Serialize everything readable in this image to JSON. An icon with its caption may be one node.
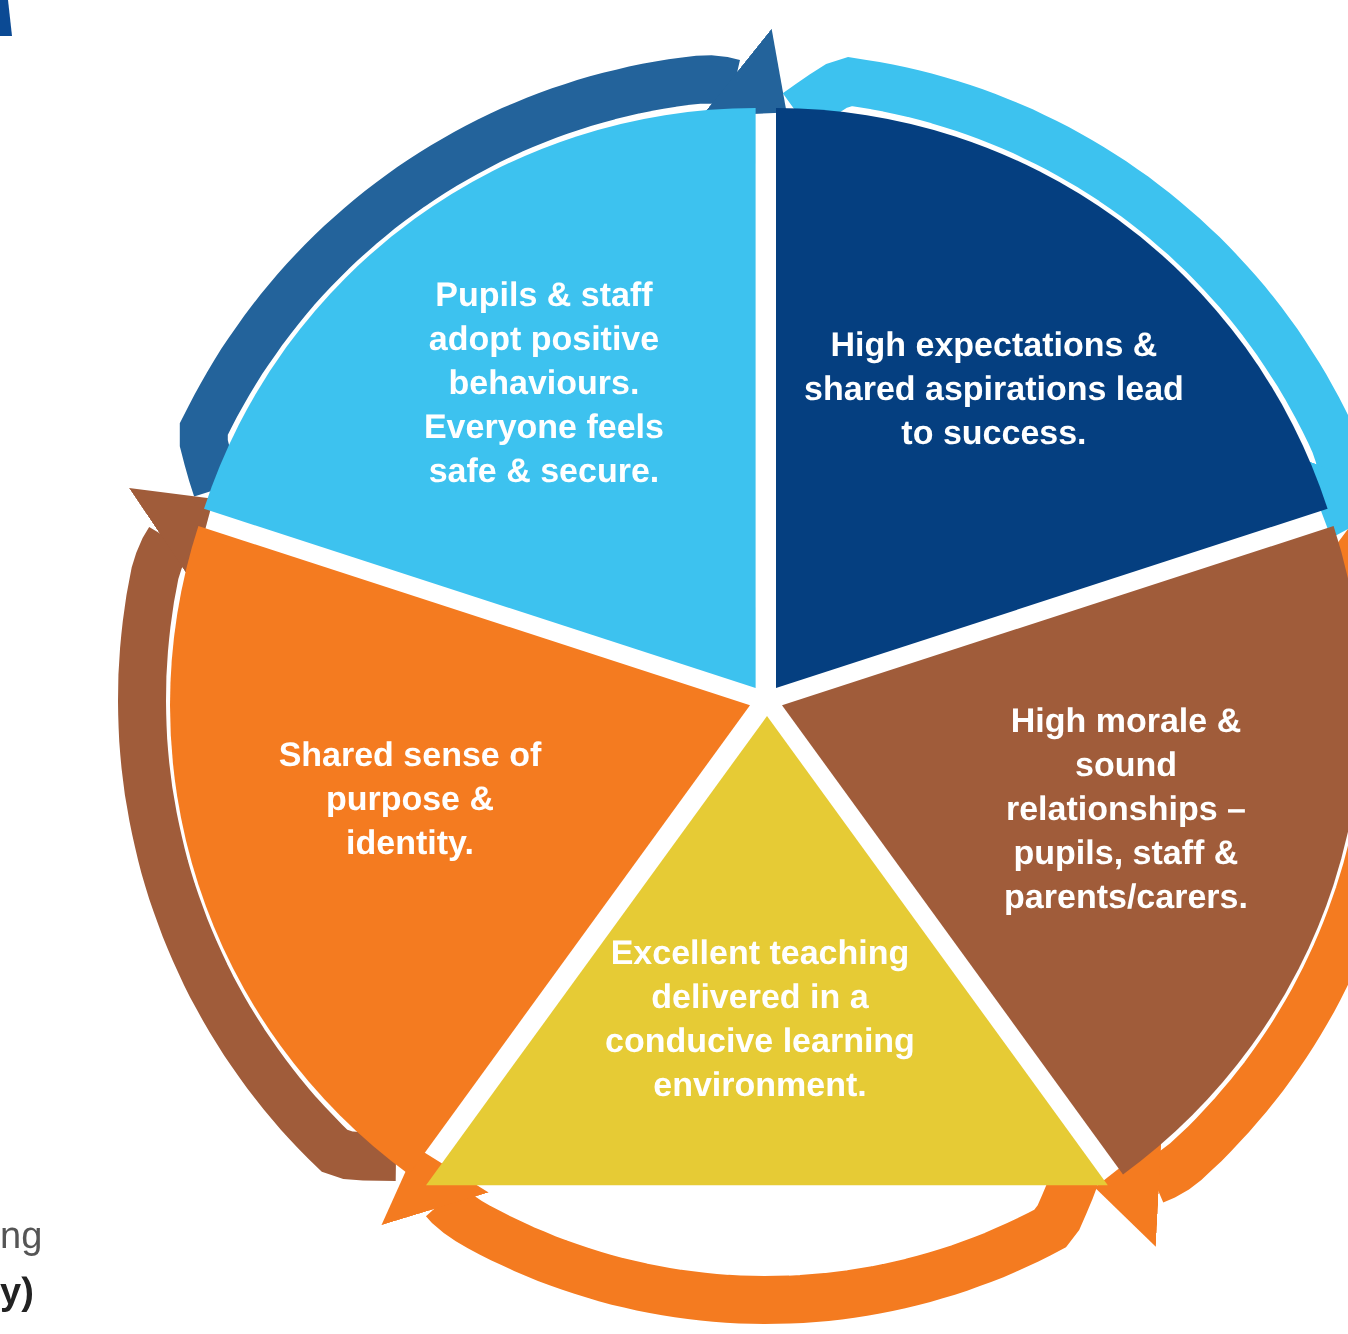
{
  "diagram": {
    "nodes": [
      {
        "text": [
          "Pupils & staff adopt positive behaviours. Everyone feels safe & secure."
        ]
      },
      {
        "text": [
          "High expectations & shared aspirations lead to success."
        ]
      },
      {
        "text": [
          "High morale & sound relationships – pupils, staff & parents/carers."
        ]
      },
      {
        "text": [
          "Excellent teaching delivered in a conducive learning environment."
        ]
      },
      {
        "text": [
          "Shared sense of purpose & identity."
        ]
      }
    ],
    "edges": [
      {
        "from": 0,
        "to": 1,
        "arrow": "to",
        "color": "#23639b"
      },
      {
        "from": 1,
        "to": 2,
        "arrow": "to",
        "color": "#3dc2ef"
      },
      {
        "from": 2,
        "to": 3,
        "arrow": "to",
        "color": "#f47b20"
      },
      {
        "from": 3,
        "to": 4,
        "arrow": "to",
        "color": "#f47b20"
      },
      {
        "from": 4,
        "to": 0,
        "arrow": "to",
        "color": "#a05c3a"
      }
    ],
    "labels": [
      "ng",
      "y)"
    ]
  }
}
